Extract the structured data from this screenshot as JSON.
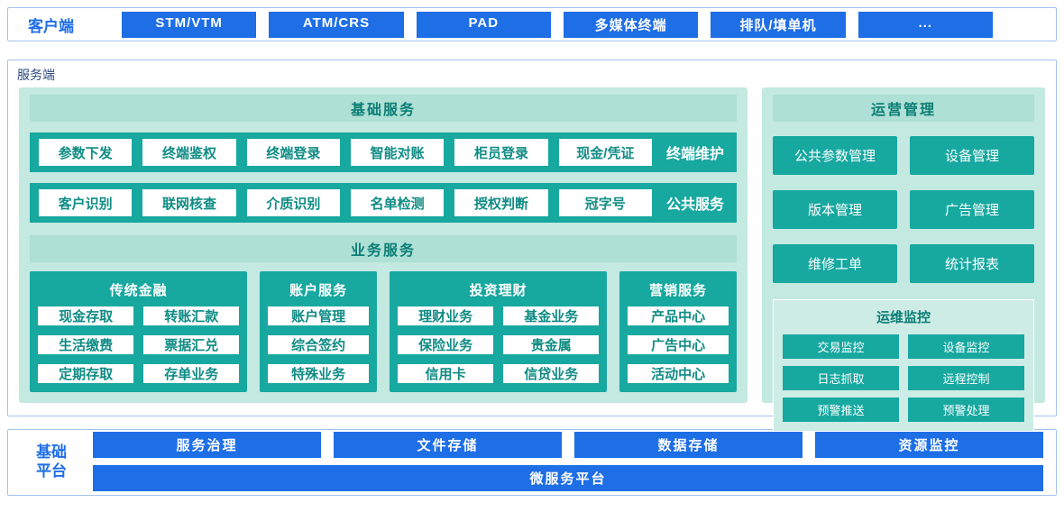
{
  "client": {
    "label": "客户端",
    "items": [
      "STM/VTM",
      "ATM/CRS",
      "PAD",
      "多媒体终端",
      "排队/填单机",
      "..."
    ]
  },
  "server": {
    "label": "服务端",
    "basic": {
      "title": "基础服务",
      "rows": [
        {
          "label": "终端维护",
          "buttons": [
            "参数下发",
            "终端鉴权",
            "终端登录",
            "智能对账",
            "柜员登录",
            "现金/凭证"
          ]
        },
        {
          "label": "公共服务",
          "buttons": [
            "客户识别",
            "联网核查",
            "介质识别",
            "名单检测",
            "授权判断",
            "冠字号"
          ]
        }
      ]
    },
    "business": {
      "title": "业务服务",
      "groups": [
        {
          "title": "传统金融",
          "items": [
            "现金存取",
            "转账汇款",
            "生活缴费",
            "票据汇兑",
            "定期存取",
            "存单业务"
          ]
        },
        {
          "title": "账户服务",
          "items": [
            "账户管理",
            "综合签约",
            "特殊业务"
          ]
        },
        {
          "title": "投资理财",
          "items": [
            "理财业务",
            "基金业务",
            "保险业务",
            "贵金属",
            "信用卡",
            "信贷业务"
          ]
        },
        {
          "title": "营销服务",
          "items": [
            "产品中心",
            "广告中心",
            "活动中心"
          ]
        }
      ]
    },
    "ops": {
      "title": "运营管理",
      "items": [
        "公共参数管理",
        "设备管理",
        "版本管理",
        "广告管理",
        "维修工单",
        "统计报表"
      ]
    },
    "monitor": {
      "title": "运维监控",
      "items": [
        "交易监控",
        "设备监控",
        "日志抓取",
        "远程控制",
        "预警推送",
        "预警处理"
      ]
    }
  },
  "platform": {
    "label_lines": [
      "基础",
      "平台"
    ],
    "items": [
      "服务治理",
      "文件存储",
      "数据存储",
      "资源监控"
    ],
    "bottom": "微服务平台"
  },
  "colors": {
    "blue": "#1e6ee6",
    "teal": "#17a8a0",
    "panel_teal": "#c3e9e1",
    "dark_teal_text": "#0b7d74",
    "border": "#a3c4ee"
  }
}
